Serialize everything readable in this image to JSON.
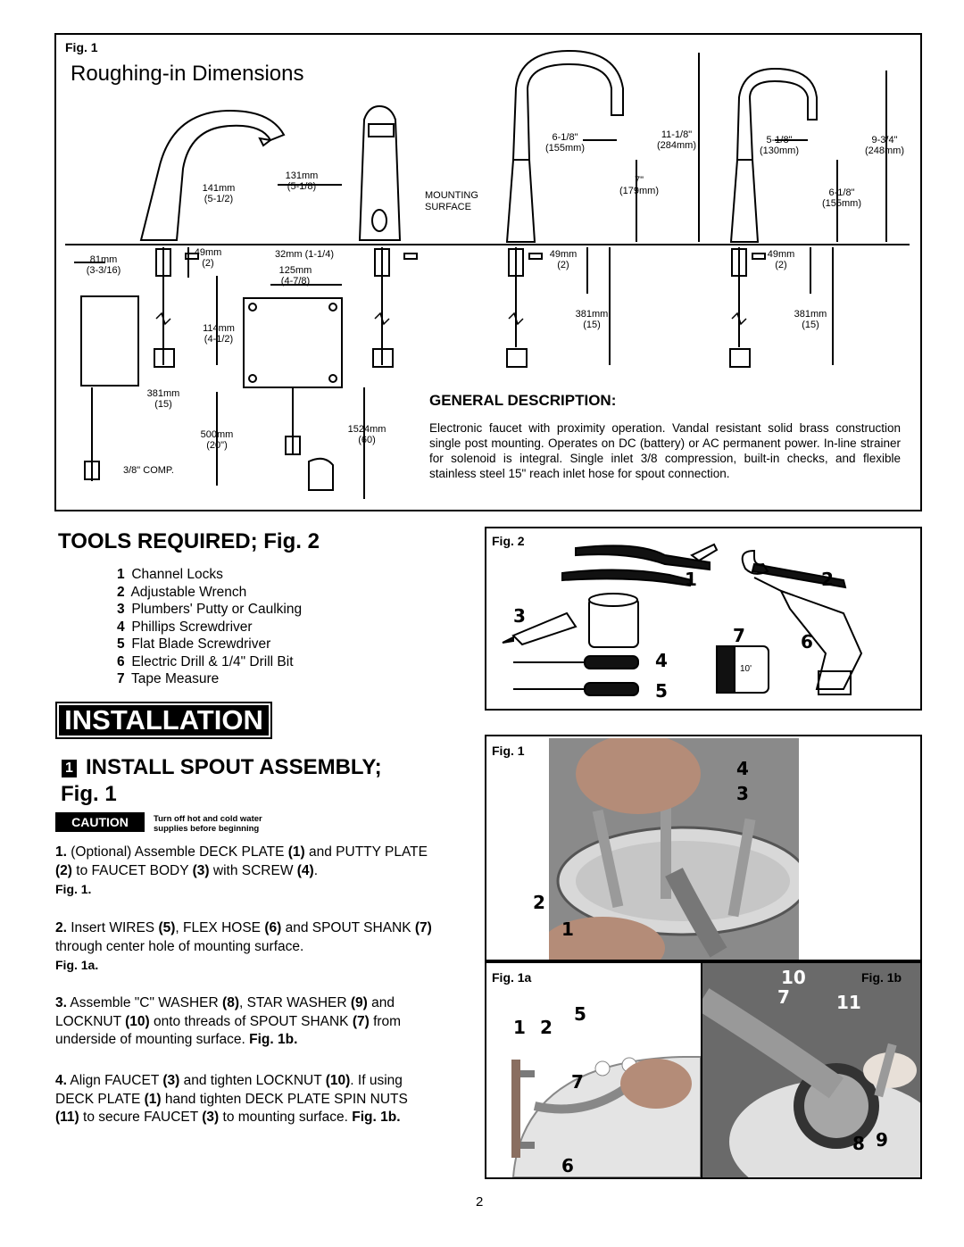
{
  "fig1": {
    "label": "Fig. 1",
    "title": "Roughing-in Dimensions",
    "dims": {
      "d141": "141mm",
      "d141in": "(5-1/2)",
      "d131": "131mm",
      "d131in": "(5-1/8)",
      "d81": "81mm",
      "d81in": "(3-3/16)",
      "d49a": "49mm",
      "d49ain": "(2)",
      "d32": "32mm (1-1/4)",
      "d125": "125mm",
      "d125in": "(4-7/8)",
      "d114": "114mm",
      "d114in": "(4-1/2)",
      "d381a": "381mm",
      "d381ain": "(15)",
      "d500": "500mm",
      "d500in": "(20\")",
      "d1524": "1524mm",
      "d1524in": "(60)",
      "comp": "3/8\" COMP.",
      "mount1": "MOUNTING",
      "mount2": "SURFACE",
      "g618a": "6-1/8\"",
      "g155a": "(155mm)",
      "g1118": "11-1/8\"",
      "g284": "(284mm)",
      "g7": "7\"",
      "g179": "(179mm)",
      "g49": "49mm",
      "g49in": "(2)",
      "g381": "381mm",
      "g381in": "(15)",
      "h518": "5-1/8\"",
      "h130": "(130mm)",
      "h934": "9-3/4\"",
      "h248": "(248mm)",
      "h618": "6-1/8\"",
      "h155": "(155mm)",
      "h49": "49mm",
      "h49in": "(2)",
      "h381": "381mm",
      "h381in": "(15)"
    },
    "general": {
      "heading": "GENERAL DESCRIPTION:",
      "text": "Electronic faucet with proximity operation. Vandal resistant solid brass construction single post mounting. Operates on DC (battery) or AC permanent power. In-line strainer for solenoid is integral. Single inlet 3/8 compression, built-in checks, and flexible stainless steel 15\" reach inlet hose for spout connection."
    }
  },
  "tools": {
    "heading": "TOOLS REQUIRED; Fig. 2",
    "items": [
      {
        "n": "1",
        "label": "Channel Locks"
      },
      {
        "n": "2",
        "label": "Adjustable Wrench"
      },
      {
        "n": "3",
        "label": "Plumbers' Putty or Caulking"
      },
      {
        "n": "4",
        "label": "Phillips Screwdriver"
      },
      {
        "n": "5",
        "label": "Flat Blade Screwdriver"
      },
      {
        "n": "6",
        "label": "Electric Drill & 1/4\" Drill Bit"
      },
      {
        "n": "7",
        "label": "Tape Measure"
      }
    ]
  },
  "fig2": {
    "label": "Fig. 2",
    "callouts": [
      "1",
      "2",
      "3",
      "4",
      "5",
      "6",
      "7"
    ],
    "tape": "10'"
  },
  "installation": {
    "banner": "INSTALLATION",
    "step_num": "1",
    "step_title_a": "INSTALL SPOUT ASSEMBLY;",
    "step_title_b": "Fig. 1",
    "caution_label": "CAUTION",
    "caution_text_a": "Turn off hot and cold water",
    "caution_text_b": "supplies before beginning",
    "steps": [
      {
        "n": "1.",
        "a": "(Optional) Assemble DECK PLATE ",
        "b1": "(1)",
        "a2": " and PUTTY PLATE ",
        "b2": "(2)",
        "a3": " to FAUCET BODY ",
        "b3": "(3)",
        "a4": " with SCREW ",
        "b4": "(4)",
        "a5": ".",
        "fig": "Fig. 1."
      },
      {
        "n": "2.",
        "a": "Insert WIRES ",
        "b1": "(5)",
        "a2": ", FLEX HOSE ",
        "b2": "(6)",
        "a3": " and SPOUT SHANK ",
        "b3": "(7)",
        "a4": " through center hole of mounting surface.",
        "fig": "Fig. 1a."
      },
      {
        "n": "3.",
        "a": "Assemble \"C\"  WASHER ",
        "b1": "(8)",
        "a2": ", STAR WASHER ",
        "b2": "(9)",
        "a3": " and LOCKNUT ",
        "b3": "(10)",
        "a4": " onto threads of SPOUT SHANK ",
        "b4": "(7)",
        "a5": " from underside of mounting surface. ",
        "fig": "Fig. 1b."
      },
      {
        "n": "4.",
        "a": "Align FAUCET ",
        "b1": "(3)",
        "a2": " and tighten LOCKNUT ",
        "b2": "(10)",
        "a3": ". If using DECK PLATE ",
        "b3": "(1)",
        "a4": " hand tighten DECK PLATE SPIN NUTS ",
        "b4": "(11)",
        "a5": " to secure FAUCET ",
        "b5": "(3)",
        "a6": " to mounting surface. ",
        "fig": "Fig. 1b."
      }
    ]
  },
  "photo1": {
    "label": "Fig. 1",
    "c4": "4",
    "c3": "3",
    "c2": "2",
    "c1": "1"
  },
  "photo1a": {
    "label": "Fig. 1a",
    "c1": "1",
    "c2": "2",
    "c5": "5",
    "c7": "7",
    "c6": "6"
  },
  "photo1b": {
    "label": "Fig. 1b",
    "c10": "10",
    "c7": "7",
    "c11": "11",
    "c8": "8",
    "c9": "9"
  },
  "page_number": "2"
}
